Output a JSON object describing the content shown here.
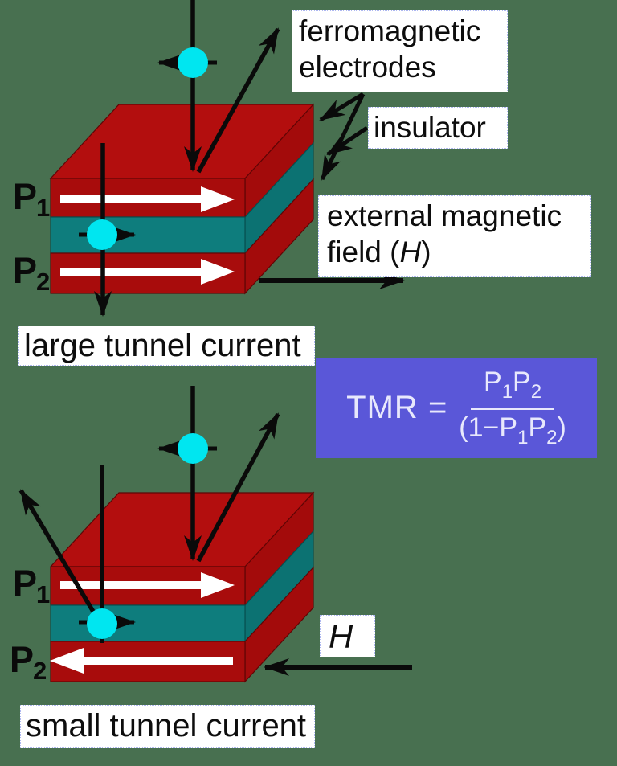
{
  "colors": {
    "background": "#487050",
    "electrode_red_top": "#b30e0e",
    "electrode_red_front": "#a80c0c",
    "electrode_red_side": "#a30b0b",
    "insulator_teal_front": "#0e7d7d",
    "insulator_teal_side": "#0c7272",
    "electron_cyan": "#00e6f0",
    "arrow_black": "#0a0a0a",
    "magnetization_white": "#ffffff",
    "formula_background": "#5a57d8",
    "formula_text": "#e8e8fc",
    "label_background": "#ffffff"
  },
  "labels": {
    "ferromagnetic_line1": "ferromagnetic",
    "ferromagnetic_line2": "electrodes",
    "insulator": "insulator",
    "external_field_line1": "external magnetic",
    "external_field_line2_pre": "field (",
    "external_field_h": "H",
    "external_field_line2_post": ")",
    "large_tunnel_current": "large tunnel current",
    "small_tunnel_current": "small tunnel current",
    "h_symbol": "H",
    "p_base": "P",
    "p1_sub": "1",
    "p2_sub": "2"
  },
  "formula": {
    "lhs": "TMR",
    "eq": "=",
    "num_p1": "P",
    "num_s1": "1",
    "num_p2": "P",
    "num_s2": "2",
    "den_open": "(1−",
    "den_p1": "P",
    "den_s1": "1",
    "den_p2": "P",
    "den_s2": "2",
    "den_close": ")"
  },
  "diagrams": {
    "top_junction": "parallel magnetization – large tunnel current",
    "bottom_junction": "antiparallel magnetization – small tunnel current"
  }
}
